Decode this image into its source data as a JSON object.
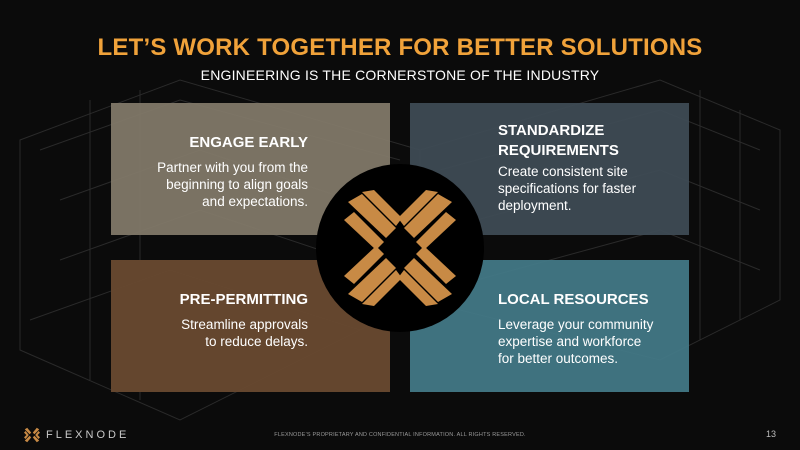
{
  "slide": {
    "title": "LET’S WORK TOGETHER FOR BETTER SOLUTIONS",
    "subtitle": "ENGINEERING IS THE CORNERSTONE OF THE INDUSTRY"
  },
  "quadrants": {
    "engage_early": {
      "heading": "ENGAGE EARLY",
      "lines": [
        "Partner with you from the",
        "beginning to align goals",
        "and expectations."
      ]
    },
    "standardize": {
      "heading_lines": [
        "STANDARDIZE",
        "REQUIREMENTS"
      ],
      "lines": [
        "Create consistent site",
        "specifications for faster",
        "deployment."
      ]
    },
    "pre_permitting": {
      "heading": "PRE-PERMITTING",
      "lines": [
        "Streamline approvals",
        "to reduce delays."
      ]
    },
    "local_resources": {
      "heading": "LOCAL RESOURCES",
      "lines": [
        "Leverage your community",
        "expertise and workforce",
        "for better outcomes."
      ]
    }
  },
  "footer": {
    "brand": "FLEXNODE",
    "note": "FLEXNODE’S PROPRIETARY AND CONFIDENTIAL INFORMATION. ALL RIGHTS RESERVED.",
    "page_number": "13"
  },
  "icons": {
    "center": "flexnode-x-logo-icon",
    "footer": "flexnode-x-logo-icon"
  },
  "colors": {
    "accent": "#f0a23a",
    "logo": "#c88a45",
    "engage_early_bg": "#817868",
    "standardize_bg": "#3e4b54",
    "pre_permitting_bg": "#684930",
    "local_resources_bg": "#427886"
  }
}
